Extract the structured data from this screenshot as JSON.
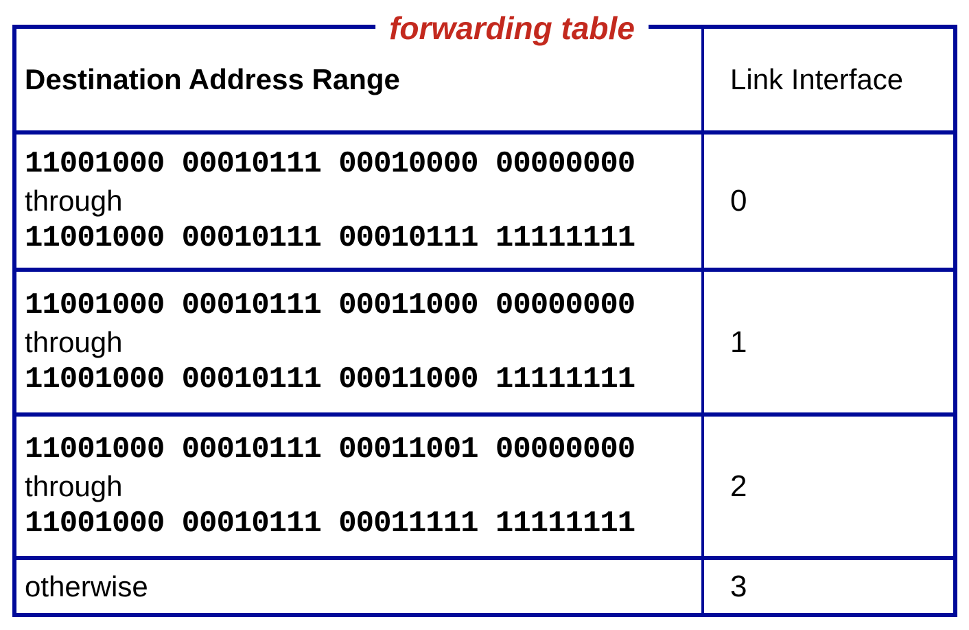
{
  "title": "forwarding table",
  "colors": {
    "border": "#000A99",
    "title_red": "#C3291E",
    "text": "#000000",
    "background": "#ffffff"
  },
  "table": {
    "headers": {
      "destination": "Destination Address Range",
      "interface": "Link Interface"
    },
    "rows": [
      {
        "start": "11001000 00010111 00010000 00000000",
        "connector": "through",
        "end": "11001000 00010111 00010111 11111111",
        "interface": "0"
      },
      {
        "start": "11001000 00010111 00011000 00000000",
        "connector": "through",
        "end": "11001000 00010111 00011000 11111111",
        "interface": "1"
      },
      {
        "start": "11001000 00010111 00011001 00000000",
        "connector": "through",
        "end": "11001000 00010111 00011111 11111111",
        "interface": "2"
      },
      {
        "label": "otherwise",
        "interface": "3"
      }
    ]
  }
}
